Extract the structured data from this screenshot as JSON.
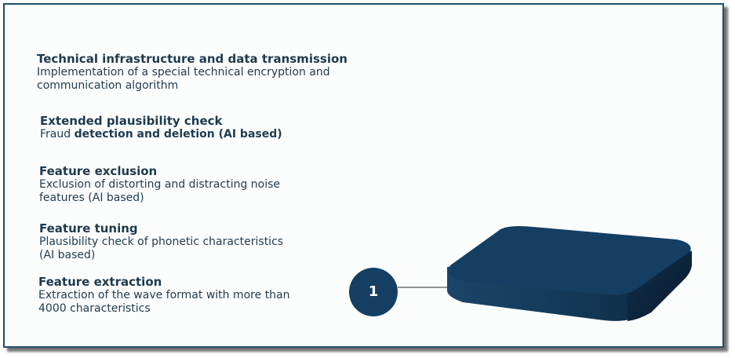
{
  "layers": [
    {
      "title": "Technical infrastructure and data transmission",
      "desc_plain": "Implementation of a special technical encryption and communication algorithm",
      "desc_bold": ""
    },
    {
      "title": "Extended plausibility check",
      "desc_plain": "Fraud ",
      "desc_bold": "detection and deletion (AI based)"
    },
    {
      "title": "Feature exclusion",
      "desc_plain": "Exclusion of distorting and distracting noise features (AI based)",
      "desc_bold": ""
    },
    {
      "title": "Feature tuning",
      "desc_plain": "Plausibility check of phonetic characteristics (AI based)",
      "desc_bold": ""
    },
    {
      "title": "Feature extraction",
      "desc_plain": "Extraction of the wave format with more than 4000 characteristics",
      "desc_bold": ""
    }
  ],
  "badge": {
    "number": "1"
  },
  "colors": {
    "border": "#1f4e68",
    "slab_top": "#143f62",
    "slab_side": "#0f2a44",
    "badge": "#143f62",
    "text": "#1f3a4c"
  }
}
